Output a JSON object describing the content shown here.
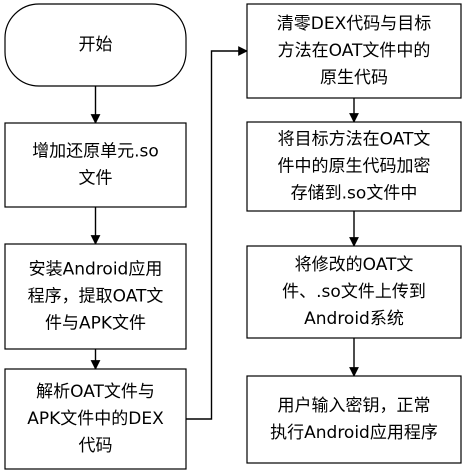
{
  "diagram": {
    "nodes": [
      {
        "id": "start",
        "shape": "rounded",
        "lines": [
          "开始"
        ]
      },
      {
        "id": "add-unit",
        "shape": "rect",
        "lines": [
          "增加还原单元.so",
          "文件"
        ]
      },
      {
        "id": "install",
        "shape": "rect",
        "lines": [
          "安装Android应用",
          "程序，提取OAT文",
          "件与APK文件"
        ]
      },
      {
        "id": "parse",
        "shape": "rect",
        "lines": [
          "解析OAT文件与",
          "APK文件中的DEX",
          "代码"
        ]
      },
      {
        "id": "clear",
        "shape": "rect",
        "lines": [
          "清零DEX代码与目标",
          "方法在OAT文件中的",
          "原生代码"
        ]
      },
      {
        "id": "encrypt",
        "shape": "rect",
        "lines": [
          "将目标方法在OAT文",
          "件中的原生代码加密",
          "存储到.so文件中"
        ]
      },
      {
        "id": "upload",
        "shape": "rect",
        "lines": [
          "将修改的OAT文",
          "件、.so文件上传到",
          "Android系统"
        ]
      },
      {
        "id": "run",
        "shape": "rect",
        "lines": [
          "用户输入密钥，正常",
          "执行Android应用程序"
        ]
      }
    ],
    "edges": [
      {
        "from": "start",
        "to": "add-unit"
      },
      {
        "from": "add-unit",
        "to": "install"
      },
      {
        "from": "install",
        "to": "parse"
      },
      {
        "from": "parse",
        "to": "clear"
      },
      {
        "from": "clear",
        "to": "encrypt"
      },
      {
        "from": "encrypt",
        "to": "upload"
      },
      {
        "from": "upload",
        "to": "run"
      }
    ]
  }
}
